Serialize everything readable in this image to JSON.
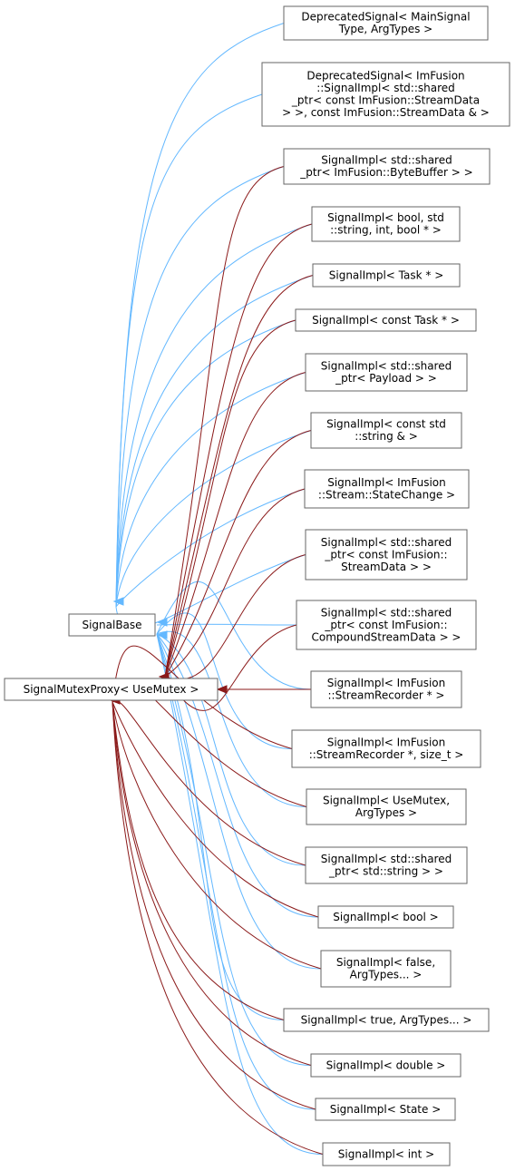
{
  "colors": {
    "inheritance_edge": "#63b8ff",
    "usage_edge": "#8b1a1a",
    "node_border": "#666666",
    "node_fill": "#ffffff"
  },
  "nodes": {
    "signal_base": [
      "SignalBase"
    ],
    "signal_mutex_proxy": [
      "SignalMutexProxy< UseMutex >"
    ],
    "deprecated_main": [
      "DeprecatedSignal< MainSignal",
      "Type, ArgTypes >"
    ],
    "deprecated_stream": [
      "DeprecatedSignal< ImFusion",
      "::SignalImpl< std::shared",
      "_ptr< const ImFusion::StreamData",
      " > >, const ImFusion::StreamData & >"
    ],
    "impl_bytebuffer": [
      "SignalImpl< std::shared",
      "_ptr< ImFusion::ByteBuffer > >"
    ],
    "impl_bool_string": [
      "SignalImpl< bool, std",
      "::string, int, bool * >"
    ],
    "impl_task": [
      "SignalImpl< Task * >"
    ],
    "impl_const_task": [
      "SignalImpl< const Task * >"
    ],
    "impl_payload": [
      "SignalImpl< std::shared",
      "_ptr< Payload > >"
    ],
    "impl_const_string": [
      "SignalImpl< const std",
      "::string & >"
    ],
    "impl_statechange": [
      "SignalImpl< ImFusion",
      "::Stream::StateChange >"
    ],
    "impl_streamdata": [
      "SignalImpl< std::shared",
      "_ptr< const ImFusion::",
      "StreamData > >"
    ],
    "impl_compound": [
      "SignalImpl< std::shared",
      "_ptr< const ImFusion::",
      "CompoundStreamData > >"
    ],
    "impl_recorder": [
      "SignalImpl< ImFusion",
      "::StreamRecorder * >"
    ],
    "impl_recorder_size": [
      "SignalImpl< ImFusion",
      "::StreamRecorder *, size_t >"
    ],
    "impl_usemutex": [
      "SignalImpl< UseMutex,",
      "ArgTypes >"
    ],
    "impl_string_ptr": [
      "SignalImpl< std::shared",
      "_ptr< std::string > >"
    ],
    "impl_bool": [
      "SignalImpl< bool >"
    ],
    "impl_false": [
      "SignalImpl< false,",
      "ArgTypes... >"
    ],
    "impl_true": [
      "SignalImpl< true, ArgTypes... >"
    ],
    "impl_double": [
      "SignalImpl< double >"
    ],
    "impl_state": [
      "SignalImpl< State >"
    ],
    "impl_int": [
      "SignalImpl< int >"
    ]
  }
}
